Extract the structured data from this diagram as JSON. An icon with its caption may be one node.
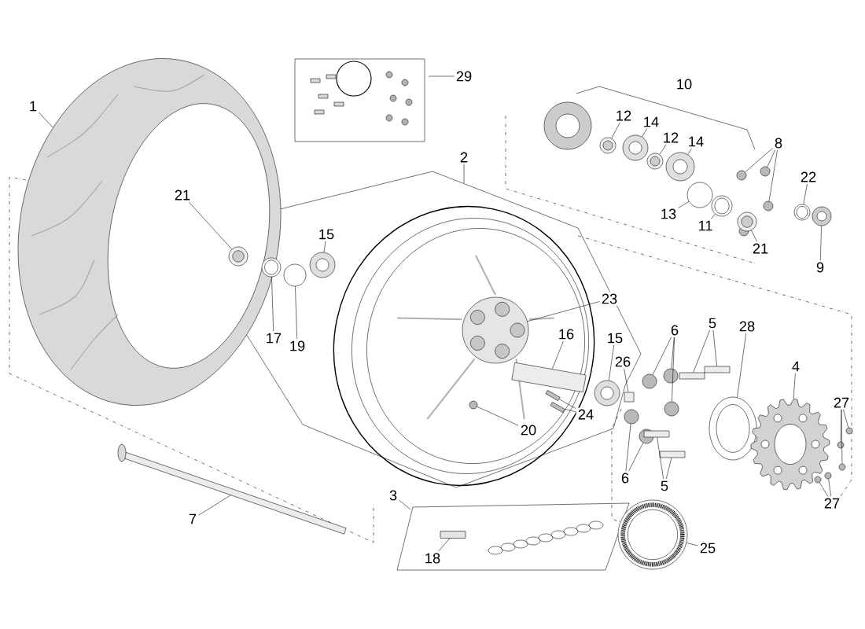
{
  "diagram": {
    "nodes": [
      {
        "text": [
          "29"
        ]
      },
      {
        "text": [
          "1"
        ]
      },
      {
        "text": [
          "12"
        ]
      },
      {
        "text": [
          "14"
        ]
      },
      {
        "text": [
          "12"
        ]
      },
      {
        "text": [
          "14"
        ]
      },
      {
        "text": [
          "8"
        ]
      },
      {
        "text": [
          "2"
        ]
      },
      {
        "text": [
          "22"
        ]
      },
      {
        "text": [
          "21"
        ],
        "in": 35
      },
      {
        "text": [
          "13"
        ]
      },
      {
        "text": [
          "11"
        ]
      },
      {
        "text": [
          "21"
        ]
      },
      {
        "text": [
          "15"
        ]
      },
      {
        "text": [
          "9"
        ]
      },
      {
        "text": [
          "23"
        ]
      },
      {
        "text": [
          "6"
        ]
      },
      {
        "text": [
          "5"
        ]
      },
      {
        "text": [
          "28"
        ]
      },
      {
        "text": [
          "17"
        ]
      },
      {
        "text": [
          "19"
        ]
      },
      {
        "text": [
          "16"
        ]
      },
      {
        "text": [
          "15"
        ]
      },
      {
        "text": [
          "26"
        ]
      },
      {
        "text": [
          "4"
        ]
      },
      {
        "text": [
          "27"
        ]
      },
      {
        "text": [
          "24"
        ]
      },
      {
        "text": [
          "20"
        ]
      },
      {
        "text": [
          "6"
        ]
      },
      {
        "text": [
          "5"
        ]
      },
      {
        "text": [
          "3"
        ]
      },
      {
        "text": [
          "27"
        ]
      },
      {
        "text": [
          "7"
        ]
      },
      {
        "text": [
          "25"
        ]
      },
      {
        "text": [
          "18"
        ]
      },
      {
        "text": [],
        "shape": "ellipse"
      },
      {
        "text": [],
        "shape": "circle"
      },
      {
        "text": [],
        "shape": "circle"
      },
      {
        "text": [],
        "shape": "circle"
      },
      {
        "text": [],
        "shape": "circle"
      },
      {
        "text": [],
        "shape": "circle"
      },
      {
        "text": [],
        "shape": "circle"
      },
      {
        "text": [],
        "shape": "circle"
      },
      {
        "text": [],
        "shape": "circle"
      },
      {
        "text": [],
        "shape": "circle",
        "in": 35
      },
      {
        "text": [],
        "shape": "circle"
      },
      {
        "text": [],
        "shape": "circle"
      },
      {
        "text": [],
        "shape": "circle"
      },
      {
        "text": [],
        "shape": "circle"
      },
      {
        "text": [],
        "shape": "circle"
      },
      {
        "text": [],
        "shape": "circle"
      },
      {
        "text": [],
        "shape": "circle"
      },
      {
        "text": [],
        "shape": "circle"
      },
      {
        "text": [],
        "shape": "circle"
      },
      {
        "text": [],
        "shape": "box"
      },
      {
        "text": [],
        "shape": "box"
      },
      {
        "text": [],
        "shape": "ellipse"
      },
      {
        "text": [],
        "shape": "circle",
        "in": 35
      },
      {
        "text": [],
        "shape": "circle"
      },
      {
        "text": [],
        "shape": "box"
      },
      {
        "text": [],
        "shape": "circle"
      },
      {
        "text": [],
        "shape": "box"
      },
      {
        "text": [],
        "shape": "picture"
      },
      {
        "text": [],
        "shape": "circle"
      },
      {
        "text": [],
        "shape": "circle"
      },
      {
        "text": [],
        "shape": "circle"
      },
      {
        "text": [],
        "shape": "box"
      },
      {
        "text": [],
        "shape": "box"
      },
      {
        "text": [],
        "shape": "circle"
      },
      {
        "text": [],
        "shape": "circle"
      },
      {
        "text": [],
        "shape": "circle"
      },
      {
        "text": [],
        "shape": "box"
      },
      {
        "text": [],
        "shape": "box"
      },
      {
        "text": [],
        "shape": "circle"
      },
      {
        "text": [],
        "shape": "circle"
      },
      {
        "text": [],
        "shape": "bar"
      },
      {
        "text": [],
        "shape": "circle"
      },
      {
        "text": [],
        "shape": "box"
      }
    ],
    "edges": [
      {
        "from": 0,
        "to": null,
        "arrow": "none"
      },
      {
        "from": 1,
        "to": 35,
        "arrow": "none"
      },
      {
        "from": 2,
        "to": 36,
        "arrow": "none"
      },
      {
        "from": 3,
        "to": 37,
        "arrow": "none"
      },
      {
        "from": 4,
        "to": 38,
        "arrow": "none"
      },
      {
        "from": 5,
        "to": 39,
        "arrow": "none"
      },
      {
        "from": 6,
        "to": 40,
        "arrow": "none"
      },
      {
        "from": 6,
        "to": 41,
        "arrow": "none"
      },
      {
        "from": 6,
        "to": 42,
        "arrow": "none"
      },
      {
        "from": 7,
        "to": null,
        "arrow": "none"
      },
      {
        "from": 8,
        "to": 43,
        "arrow": "none"
      },
      {
        "from": 9,
        "to": 44,
        "arrow": "none"
      },
      {
        "from": 10,
        "to": 45,
        "arrow": "none"
      },
      {
        "from": 11,
        "to": 46,
        "arrow": "none"
      },
      {
        "from": 12,
        "to": 47,
        "arrow": "none"
      },
      {
        "from": 13,
        "to": 48,
        "arrow": "none"
      },
      {
        "from": 14,
        "to": 49,
        "arrow": "none"
      },
      {
        "from": 15,
        "to": 50,
        "arrow": "none"
      },
      {
        "from": 16,
        "to": 51,
        "arrow": "none"
      },
      {
        "from": 16,
        "to": 52,
        "arrow": "none"
      },
      {
        "from": 16,
        "to": 53,
        "arrow": "none"
      },
      {
        "from": 17,
        "to": 54,
        "arrow": "none"
      },
      {
        "from": 17,
        "to": 55,
        "arrow": "none"
      },
      {
        "from": 18,
        "to": 56,
        "arrow": "none"
      },
      {
        "from": 19,
        "to": 57,
        "arrow": "none"
      },
      {
        "from": 20,
        "to": 58,
        "arrow": "none"
      },
      {
        "from": 21,
        "to": 59,
        "arrow": "none"
      },
      {
        "from": 22,
        "to": 60,
        "arrow": "none"
      },
      {
        "from": 23,
        "to": 61,
        "arrow": "none"
      },
      {
        "from": 24,
        "to": 62,
        "arrow": "none"
      },
      {
        "from": 25,
        "to": 63,
        "arrow": "none"
      },
      {
        "from": 25,
        "to": 64,
        "arrow": "none"
      },
      {
        "from": 25,
        "to": 65,
        "arrow": "none"
      },
      {
        "from": 26,
        "to": 66,
        "arrow": "none"
      },
      {
        "from": 26,
        "to": 67,
        "arrow": "none"
      },
      {
        "from": 27,
        "to": 68,
        "arrow": "none"
      },
      {
        "from": 28,
        "to": 69,
        "arrow": "none"
      },
      {
        "from": 28,
        "to": 70,
        "arrow": "none"
      },
      {
        "from": 29,
        "to": 71,
        "arrow": "none"
      },
      {
        "from": 29,
        "to": 72,
        "arrow": "none"
      },
      {
        "from": 30,
        "to": null,
        "arrow": "none"
      },
      {
        "from": 31,
        "to": 73,
        "arrow": "none"
      },
      {
        "from": 31,
        "to": 74,
        "arrow": "none"
      },
      {
        "from": 32,
        "to": 75,
        "arrow": "none"
      },
      {
        "from": 33,
        "to": 76,
        "arrow": "none"
      },
      {
        "from": 34,
        "to": 77,
        "arrow": "none"
      }
    ],
    "labels": [
      "10"
    ]
  }
}
